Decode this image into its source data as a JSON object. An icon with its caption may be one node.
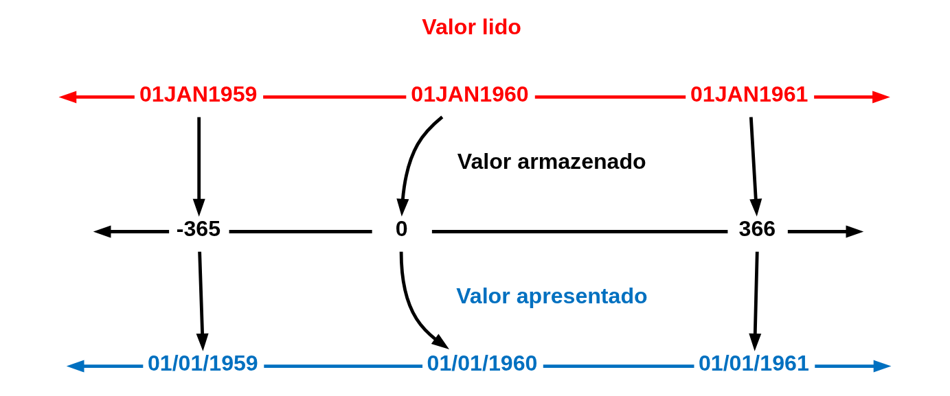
{
  "diagram": {
    "nodes": [
      {
        "text": [
          "01JAN1959"
        ]
      },
      {
        "text": [
          "01JAN1960"
        ]
      },
      {
        "text": [
          "01JAN1961"
        ]
      },
      {
        "text": [
          "-365"
        ]
      },
      {
        "text": [
          "0"
        ]
      },
      {
        "text": [
          "366"
        ]
      },
      {
        "text": [
          "01/01/1959"
        ]
      },
      {
        "text": [
          "01/01/1960"
        ]
      },
      {
        "text": [
          "01/01/1961"
        ]
      }
    ],
    "edges": [
      {
        "from": 0,
        "to": null,
        "arrow": "to",
        "color": "#ff0000"
      },
      {
        "from": 0,
        "to": 1,
        "arrow": "none",
        "color": "#ff0000"
      },
      {
        "from": 1,
        "to": 2,
        "arrow": "none",
        "color": "#ff0000"
      },
      {
        "from": 2,
        "to": null,
        "arrow": "to",
        "color": "#ff0000"
      },
      {
        "from": 3,
        "to": null,
        "arrow": "to"
      },
      {
        "from": 3,
        "to": 4,
        "arrow": "none"
      },
      {
        "from": 4,
        "to": 5,
        "arrow": "none"
      },
      {
        "from": 5,
        "to": null,
        "arrow": "to"
      },
      {
        "from": 6,
        "to": null,
        "arrow": "to",
        "color": "#0070c0"
      },
      {
        "from": 6,
        "to": 7,
        "arrow": "none",
        "color": "#0070c0"
      },
      {
        "from": 7,
        "to": 8,
        "arrow": "none",
        "color": "#0070c0"
      },
      {
        "from": 8,
        "to": null,
        "arrow": "to",
        "color": "#0070c0"
      },
      {
        "from": 0,
        "to": 3,
        "arrow": "to"
      },
      {
        "from": 1,
        "to": 4,
        "arrow": "to"
      },
      {
        "from": 2,
        "to": 5,
        "arrow": "to"
      },
      {
        "from": 3,
        "to": 6,
        "arrow": "to"
      },
      {
        "from": 4,
        "to": 7,
        "arrow": "to"
      },
      {
        "from": 5,
        "to": 8,
        "arrow": "to"
      }
    ],
    "labels": [
      "Valor lido",
      "Valor armazenado",
      "Valor apresentado"
    ]
  }
}
